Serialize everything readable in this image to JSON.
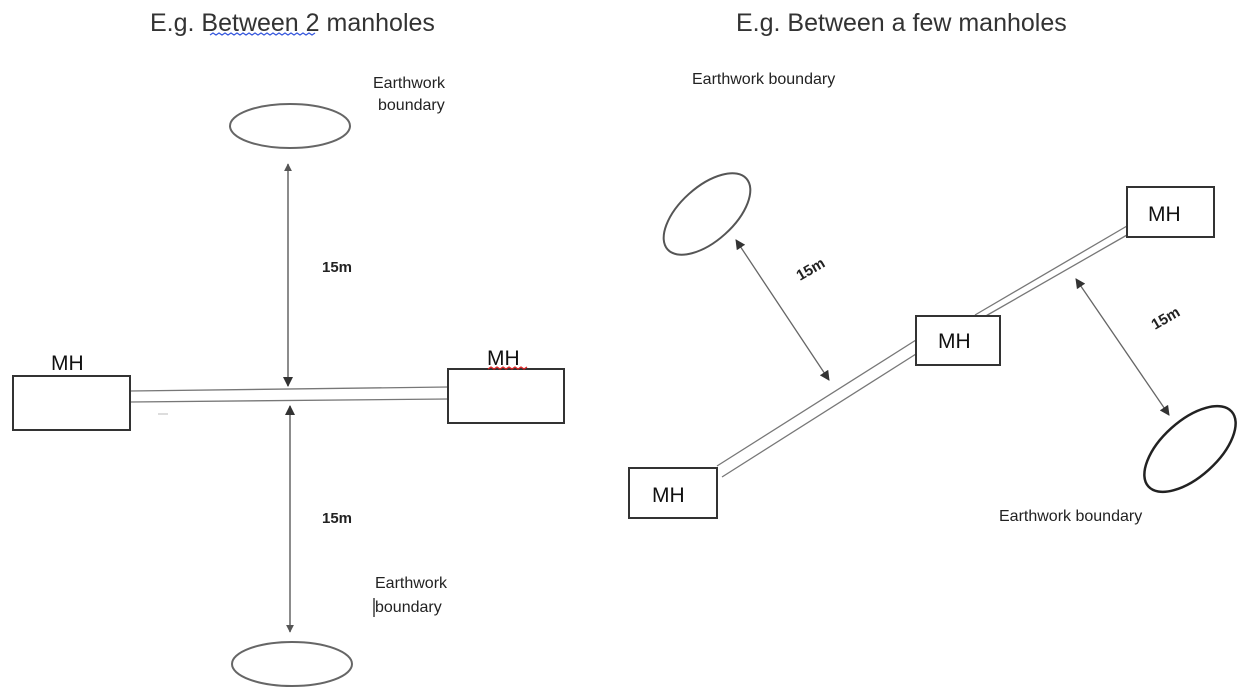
{
  "left": {
    "title_prefix": "E.g. ",
    "title_word": "Between",
    "title_suffix": " 2 manholes",
    "top_boundary_line1": "Earthwork",
    "top_boundary_line2": "boundary",
    "bottom_boundary_line1": "Earthwork",
    "bottom_boundary_line2": "boundary",
    "distance_top": "15m",
    "distance_bottom": "15m",
    "mh_left": "MH",
    "mh_right": "MH"
  },
  "right": {
    "title": "E.g. Between a few manholes",
    "top_boundary": "Earthwork boundary",
    "bottom_boundary": "Earthwork boundary",
    "distance_left": "15m",
    "distance_right": "15m",
    "mh_bottom_left": "MH",
    "mh_middle": "MH",
    "mh_top_right": "MH"
  },
  "colors": {
    "line": "#555555",
    "box_stroke": "#333333",
    "spellcheck_blue": "#3355dd",
    "spellcheck_red": "#dd2222"
  }
}
